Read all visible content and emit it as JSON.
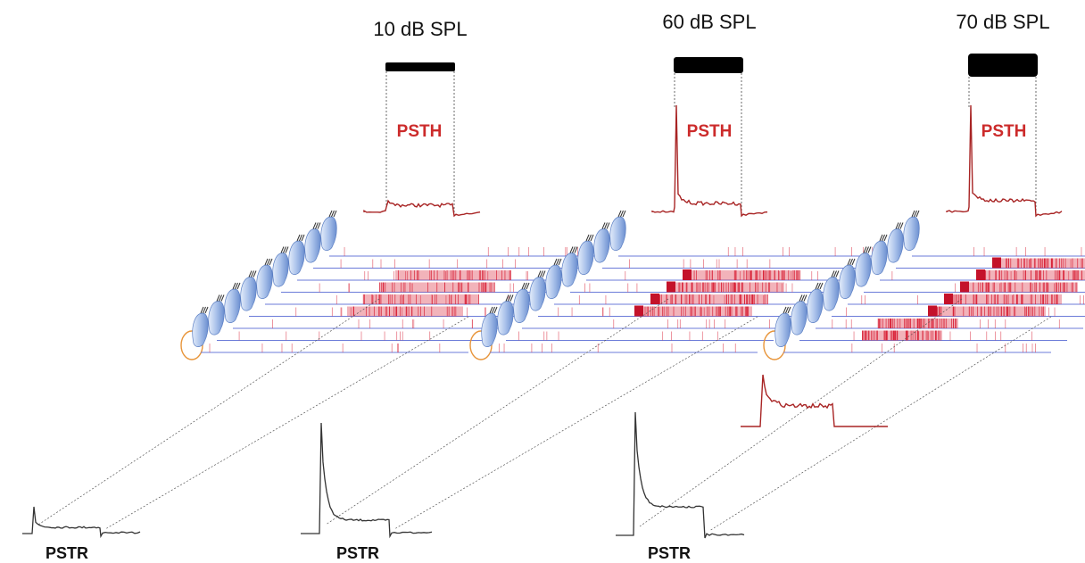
{
  "panels": [
    {
      "title": "10 dB SPL",
      "psth_label": "PSTH",
      "pstr_label": "PSTR",
      "active_rows": [
        2,
        3,
        4,
        5
      ],
      "dense_rows": [],
      "onset_rows": [],
      "spread_rows": []
    },
    {
      "title": "60 dB SPL",
      "psth_label": "PSTH",
      "pstr_label": "PSTR",
      "active_rows": [
        2,
        3,
        4,
        5
      ],
      "dense_rows": [
        2,
        3,
        4,
        5
      ],
      "onset_rows": [
        2,
        3,
        4,
        5
      ],
      "spread_rows": []
    },
    {
      "title": "70 dB SPL",
      "psth_label": "PSTH",
      "pstr_label": "PSTR",
      "active_rows": [
        1,
        2,
        3,
        4,
        5
      ],
      "dense_rows": [
        1,
        2,
        3,
        4,
        5
      ],
      "onset_rows": [
        1,
        2,
        3,
        4,
        5
      ],
      "spread_rows": [
        6,
        7
      ]
    }
  ],
  "colors": {
    "spike": "#d9253a",
    "baseline": "#6b7bd9",
    "psth": "#a82424",
    "pstr": "#333333",
    "hair_cell": "#9db8e6",
    "stimulus_bar": "#000000"
  }
}
